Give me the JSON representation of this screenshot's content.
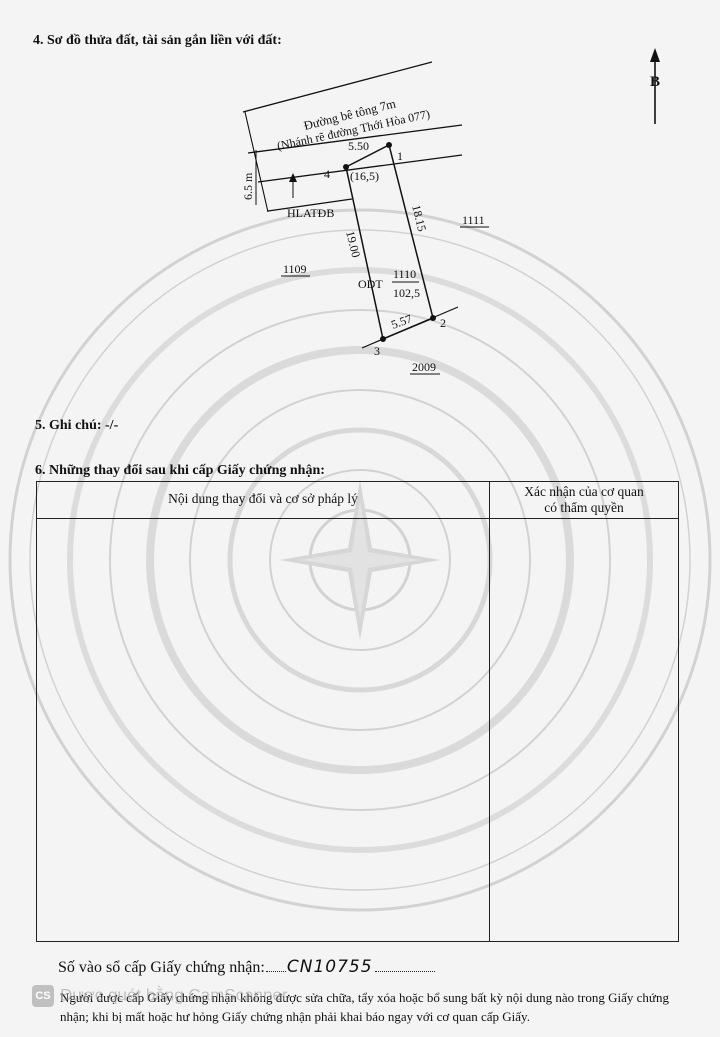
{
  "section4": {
    "title": "4. Sơ đồ thửa đất, tài sản gắn liền với đất:"
  },
  "map": {
    "north_label": "B",
    "road_name": "Đường bê tông 7m",
    "road_branch": "(Nhánh rẽ đường Thới Hòa 077)",
    "road_width": "6.5 m",
    "corridor_label": "HLATĐB",
    "edge_top": "5.50",
    "edge_left": "19.00",
    "edge_right": "18.15",
    "edge_bottom": "5.57",
    "corridor_area": "(16,5)",
    "point_1": "1",
    "point_2": "2",
    "point_3": "3",
    "point_4": "4",
    "land_type": "ODT",
    "parcel_number": "1110",
    "parcel_area": "102,5",
    "neighbor_left": "1109",
    "neighbor_right": "1111",
    "neighbor_bottom": "2009"
  },
  "section5": {
    "title": "5. Ghi chú: -/-"
  },
  "section6": {
    "title": "6. Những thay đổi sau khi cấp Giấy chứng nhận:",
    "col_content": "Nội dung thay đổi và cơ sở pháp lý",
    "col_confirm_line1": "Xác nhận của cơ quan",
    "col_confirm_line2": "có thẩm quyền"
  },
  "registry": {
    "label": "Số vào sổ cấp Giấy chứng nhận:",
    "value": "CN10755"
  },
  "footer_note": "Người được cấp Giấy chứng nhận không được sửa chữa, tẩy xóa hoặc bổ sung bất kỳ nội dung nào trong Giấy chứng nhận; khi bị mất hoặc hư hỏng Giấy chứng nhận phải khai báo ngay với cơ quan cấp Giấy.",
  "watermark": {
    "logo": "CS",
    "text": "Được quét bằng CamScanner"
  }
}
